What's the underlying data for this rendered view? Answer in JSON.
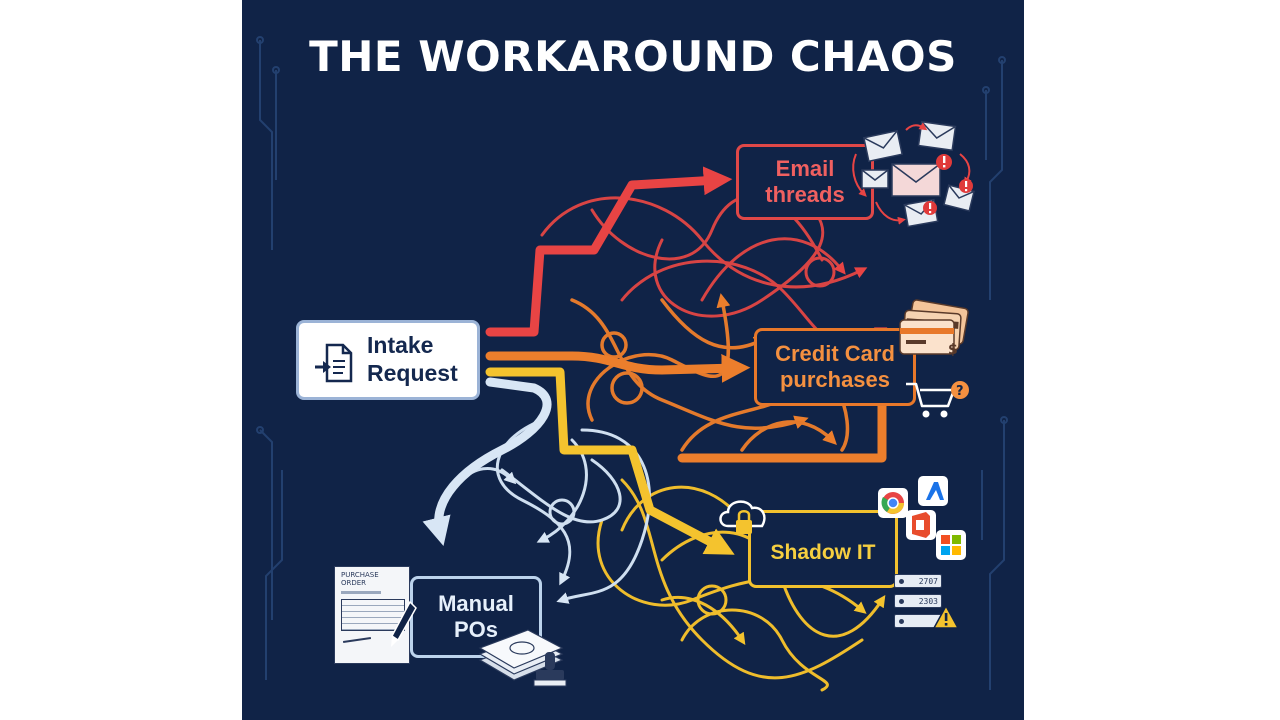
{
  "title": "THE WORKAROUND CHAOS",
  "nodes": {
    "intake": {
      "line1": "Intake",
      "line2": "Request"
    },
    "email": {
      "line1": "Email",
      "line2": "threads"
    },
    "credit": {
      "line1": "Credit Card",
      "line2": "purchases"
    },
    "shadow": {
      "line1": "Shadow IT"
    },
    "manual": {
      "line1": "Manual",
      "line2": "POs"
    }
  },
  "po_doc": {
    "line1": "PURCHASE",
    "line2": "ORDER"
  },
  "server_labels": [
    "2707",
    "2303"
  ],
  "colors": {
    "background": "#102347",
    "email": "#e04848",
    "credit": "#e8782a",
    "shadow": "#f2c12e",
    "manual": "#bcd3ec",
    "alert": "#e03a3a"
  },
  "icons": [
    "document-arrow-icon",
    "envelope-icon",
    "alert-icon",
    "credit-card-icon",
    "dollar-icon",
    "shopping-cart-icon",
    "question-icon",
    "cloud-lock-icon",
    "chrome-icon",
    "office-icon",
    "azure-icon",
    "windows-icon",
    "server-icon",
    "warning-icon",
    "purchase-order-icon",
    "pen-icon",
    "paper-stack-icon",
    "stamp-icon"
  ]
}
